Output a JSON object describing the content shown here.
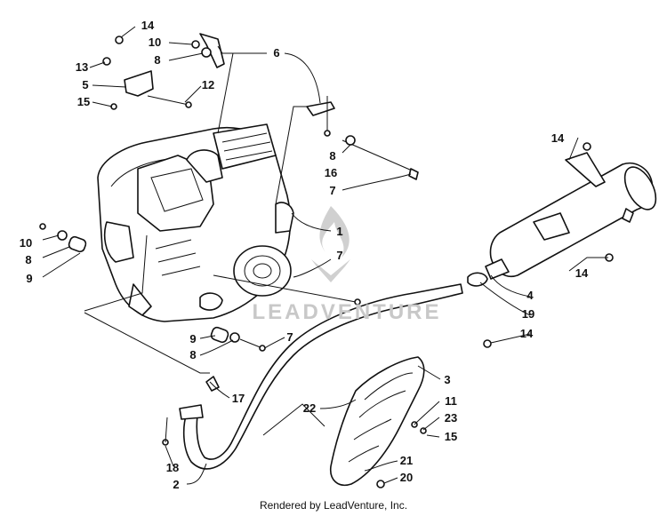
{
  "diagram": {
    "callouts": [
      "14",
      "10",
      "8",
      "13",
      "5",
      "15",
      "12",
      "6",
      "8",
      "16",
      "7",
      "14",
      "1",
      "10",
      "8",
      "9",
      "7",
      "4",
      "14",
      "19",
      "9",
      "8",
      "7",
      "14",
      "17",
      "3",
      "22",
      "11",
      "23",
      "15",
      "18",
      "2",
      "21",
      "20"
    ]
  },
  "watermark": "LEADVENTURE",
  "footer": "Rendered by LeadVenture, Inc."
}
